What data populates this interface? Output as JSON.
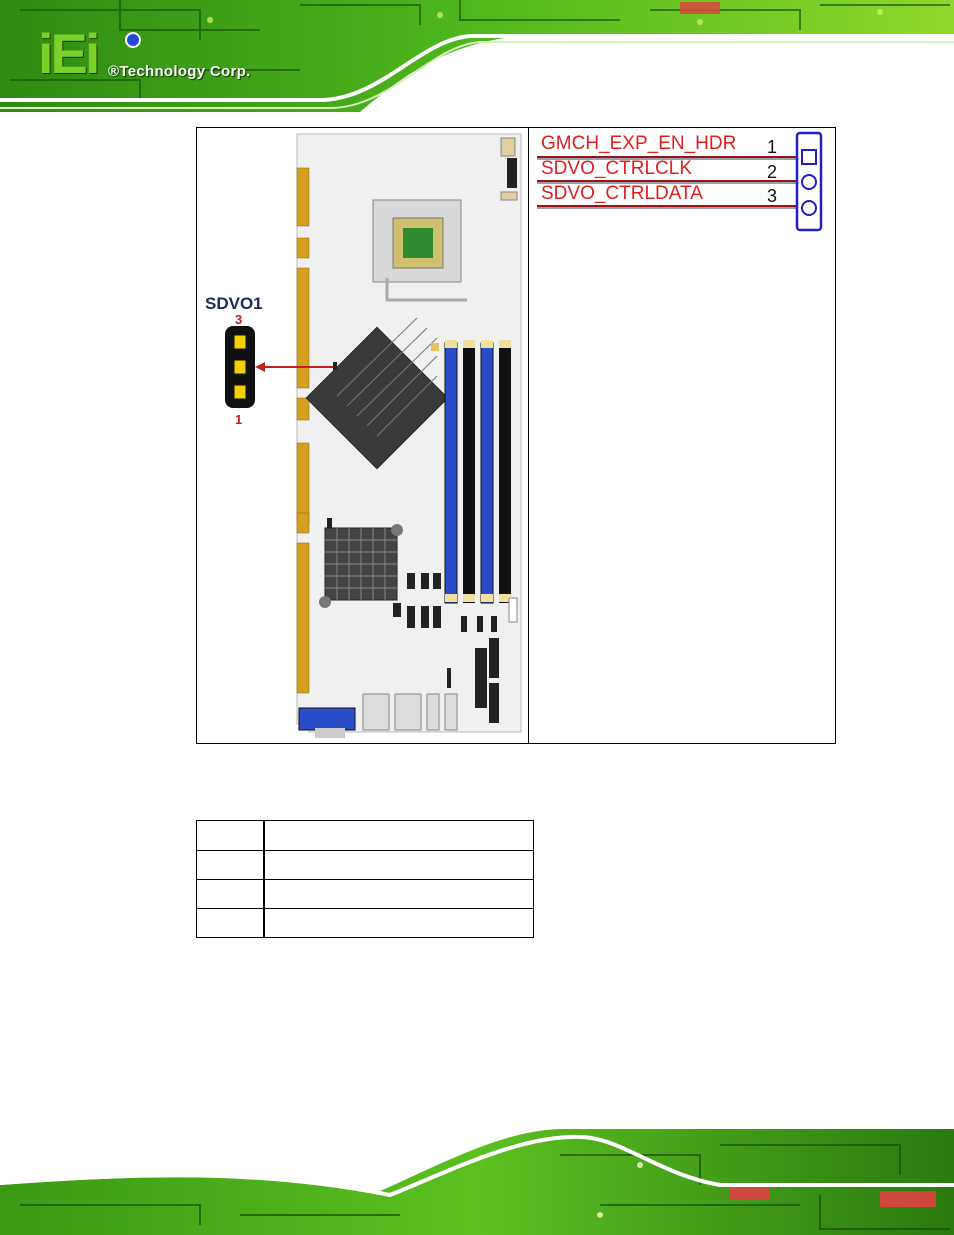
{
  "header": {
    "logo_mark": "iEi",
    "logo_text": "®Technology Corp."
  },
  "figure": {
    "connector_label": "SDVO1",
    "pin_top_label": "3",
    "pin_bottom_label": "1",
    "schematic": {
      "signals": [
        {
          "name": "GMCH_EXP_EN_HDR",
          "pin": "1"
        },
        {
          "name": "SDVO_CTRLCLK",
          "pin": "2"
        },
        {
          "name": "SDVO_CTRLDATA",
          "pin": "3"
        }
      ]
    }
  },
  "table": {
    "rows": [
      [
        "",
        ""
      ],
      [
        "",
        ""
      ],
      [
        "",
        ""
      ],
      [
        "",
        ""
      ]
    ]
  },
  "colors": {
    "pcb_green": "#1f6b0f",
    "pcb_bright": "#8ee02a",
    "signal_red": "#e02020",
    "connector_blue": "#2020c0"
  }
}
